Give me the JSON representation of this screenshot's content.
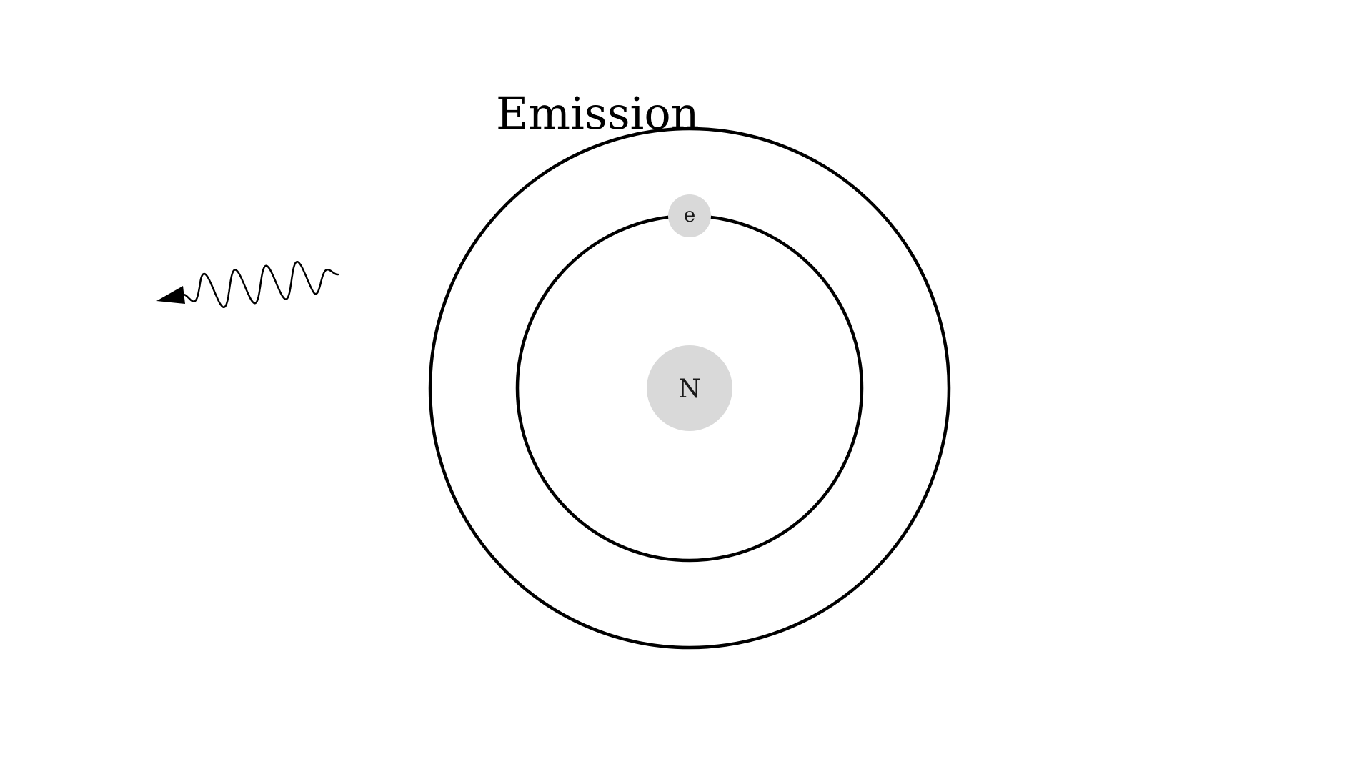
{
  "diagram": {
    "title": "Emission",
    "nucleus": {
      "label": "N",
      "fill_color": "#d9d9d9"
    },
    "electron": {
      "label": "e",
      "fill_color": "#d9d9d9"
    },
    "orbit_color": "#000000",
    "photon": {
      "direction": "outgoing-left",
      "arrowhead": "filled-triangle",
      "color": "#000000"
    }
  }
}
